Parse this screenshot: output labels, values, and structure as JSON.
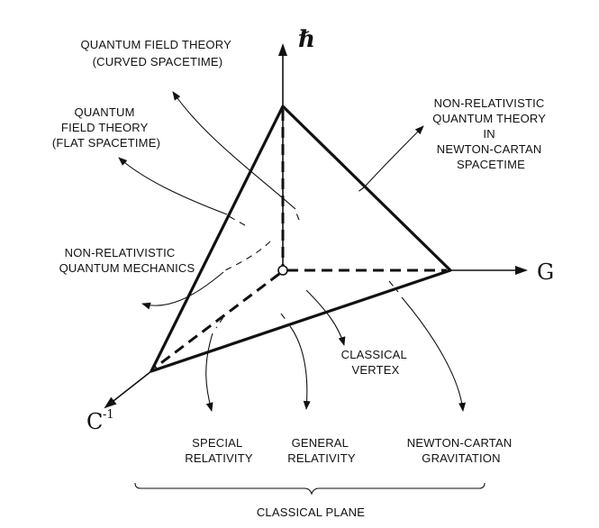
{
  "axes": {
    "vertical": "ℏ",
    "horizontal": "G",
    "diagonal_base": "C",
    "diagonal_exp": "-1"
  },
  "labels": {
    "qft_curved_line1": "QUANTUM FIELD THEORY",
    "qft_curved_line2": "(CURVED SPACETIME)",
    "qft_flat_line1": "QUANTUM",
    "qft_flat_line2": "FIELD THEORY",
    "qft_flat_line3": "(FLAT SPACETIME)",
    "nrqt_line1": "NON-RELATIVISTIC",
    "nrqt_line2": "QUANTUM THEORY",
    "nrqt_line3": "IN",
    "nrqt_line4": "NEWTON-CARTAN",
    "nrqt_line5": "SPACETIME",
    "nrqm_line1": "NON-RELATIVISTIC",
    "nrqm_line2": "QUANTUM MECHANICS",
    "classical_vertex_line1": "CLASSICAL",
    "classical_vertex_line2": "VERTEX",
    "special_relativity_line1": "SPECIAL",
    "special_relativity_line2": "RELATIVITY",
    "general_relativity_line1": "GENERAL",
    "general_relativity_line2": "RELATIVITY",
    "newton_cartan_line1": "NEWTON-CARTAN",
    "newton_cartan_line2": "GRAVITATION",
    "classical_plane": "CLASSICAL PLANE"
  }
}
